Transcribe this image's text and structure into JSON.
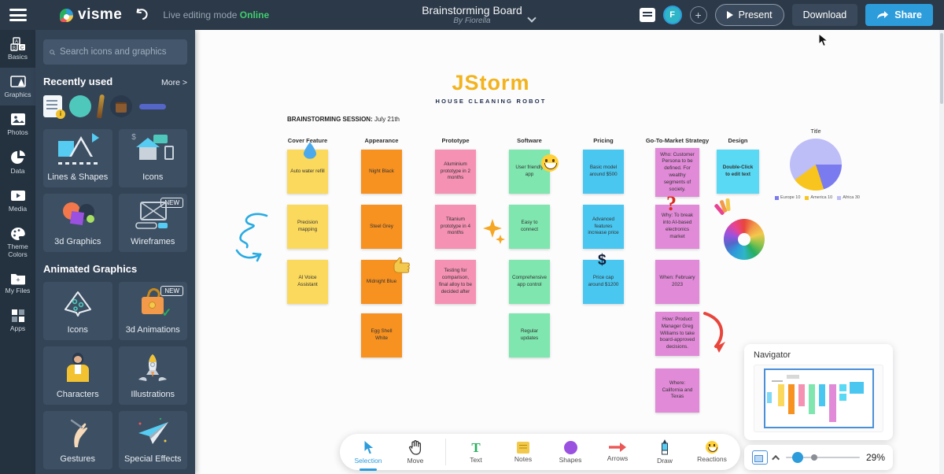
{
  "topbar": {
    "brand": "visme",
    "live_mode_label": "Live editing mode",
    "online_label": "Online",
    "doc_title": "Brainstorming Board",
    "doc_author": "By Fiorella",
    "present_label": "Present",
    "download_label": "Download",
    "share_label": "Share",
    "avatar_initial": "F",
    "plus_label": "+"
  },
  "rail": {
    "items": [
      {
        "label": "Basics"
      },
      {
        "label": "Graphics"
      },
      {
        "label": "Photos"
      },
      {
        "label": "Data"
      },
      {
        "label": "Media"
      },
      {
        "label": "Theme Colors"
      },
      {
        "label": "My Files"
      },
      {
        "label": "Apps"
      }
    ]
  },
  "panel": {
    "search_placeholder": "Search icons and graphics",
    "recently_used_label": "Recently used",
    "more_label": "More >",
    "cards": [
      {
        "label": "Lines & Shapes"
      },
      {
        "label": "Icons"
      },
      {
        "label": "3d Graphics"
      },
      {
        "label": "Wireframes",
        "badge": "NEW"
      }
    ],
    "animated_heading": "Animated Graphics",
    "animated_cards": [
      {
        "label": "Icons"
      },
      {
        "label": "3d Animations",
        "badge": "NEW"
      },
      {
        "label": "Characters"
      },
      {
        "label": "Illustrations"
      },
      {
        "label": "Gestures"
      },
      {
        "label": "Special Effects"
      }
    ]
  },
  "canvas": {
    "title": "JStorm",
    "subtitle": "HOUSE CLEANING ROBOT",
    "session_label": "BRAINSTORMING SESSION:",
    "session_date": " July 21th",
    "columns": [
      {
        "header": "Cover Feature",
        "color": "#FBD95D",
        "notes": [
          {
            "text": "Auto water refill"
          },
          {
            "text": "Precision mapping"
          },
          {
            "text": "AI Voice Assistant"
          }
        ]
      },
      {
        "header": "Appearance",
        "color": "#F79120",
        "notes": [
          {
            "text": "Night Black"
          },
          {
            "text": "Steel Grey"
          },
          {
            "text": "Midnight Blue"
          },
          {
            "text": "Egg Shell White"
          }
        ]
      },
      {
        "header": "Prototype",
        "color": "#F591B2",
        "notes": [
          {
            "text": "Aluminium prototype in 2 months"
          },
          {
            "text": "Titanium prototype in 4 months"
          },
          {
            "text": "Testing for comparison, final alloy to be decided after"
          }
        ]
      },
      {
        "header": "Software",
        "color": "#7EE6AE",
        "notes": [
          {
            "text": "User friendly app"
          },
          {
            "text": "Easy to connect"
          },
          {
            "text": "Comprehensive app control"
          },
          {
            "text": "Regular updates"
          }
        ]
      },
      {
        "header": "Pricing",
        "color": "#49C7F1",
        "notes": [
          {
            "text": "Basic model around $500"
          },
          {
            "text": "Advanced features increase price"
          },
          {
            "text": "Price cap around $1200"
          }
        ]
      },
      {
        "header": "Go-To-Market Strategy",
        "color": "#E18AD8",
        "notes": [
          {
            "text": "Who: Customer Persona to be defined. For wealthy segments of society."
          },
          {
            "text": "Why: To break into AI-based electronics market"
          },
          {
            "text": "When: February 2023"
          },
          {
            "text": "How: Product Manager Greg Williams to take board-approved decisions."
          },
          {
            "text": "Where: California and Texas"
          }
        ]
      },
      {
        "header": "Design",
        "color": "#59D9F4",
        "notes": [
          {
            "text": "Double-Click to edit text"
          }
        ]
      }
    ]
  },
  "chart_data": {
    "type": "pie",
    "title": "Title",
    "labels": [
      "Europe",
      "America",
      "Africa"
    ],
    "values": [
      10,
      10,
      30
    ],
    "legend": [
      "Europe 10",
      "America 10",
      "Africa 30"
    ],
    "colors": [
      "#7B7BF0",
      "#F7C51E",
      "#BDBDF7"
    ],
    "legend_position": "bottom"
  },
  "toolbar": {
    "active": "Selection",
    "items": [
      {
        "label": "Selection"
      },
      {
        "label": "Move"
      },
      {
        "label": "Text"
      },
      {
        "label": "Notes"
      },
      {
        "label": "Shapes"
      },
      {
        "label": "Arrows"
      },
      {
        "label": "Draw"
      },
      {
        "label": "Reactions"
      }
    ]
  },
  "navigator": {
    "title": "Navigator",
    "zoom": "29%"
  }
}
